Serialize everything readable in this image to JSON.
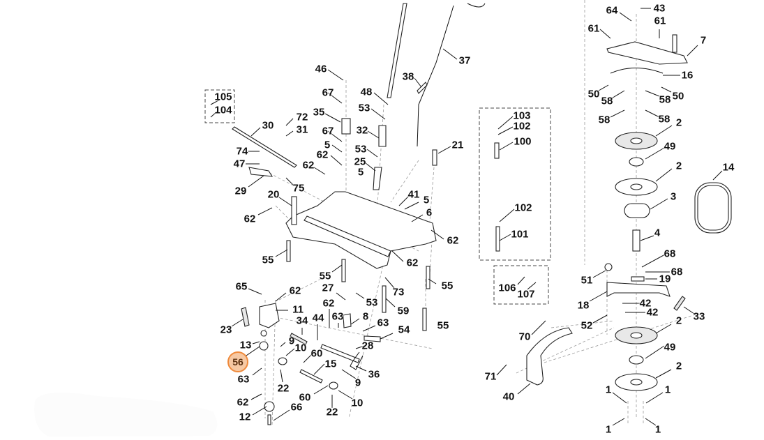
{
  "diagram": {
    "title": "Exploded parts diagram",
    "highlight_color": "#ef8a3c",
    "highlighted_part": "56",
    "callouts": [
      {
        "id": "c46",
        "text": "46"
      },
      {
        "id": "c67a",
        "text": "67"
      },
      {
        "id": "c35",
        "text": "35"
      },
      {
        "id": "c67b",
        "text": "67"
      },
      {
        "id": "c5a",
        "text": "5"
      },
      {
        "id": "c62a",
        "text": "62"
      },
      {
        "id": "c62b",
        "text": "62"
      },
      {
        "id": "c48",
        "text": "48"
      },
      {
        "id": "c53a",
        "text": "53"
      },
      {
        "id": "c32",
        "text": "32"
      },
      {
        "id": "c53b",
        "text": "53"
      },
      {
        "id": "c25",
        "text": "25"
      },
      {
        "id": "c5b",
        "text": "5"
      },
      {
        "id": "c38",
        "text": "38"
      },
      {
        "id": "c37",
        "text": "37"
      },
      {
        "id": "c21",
        "text": "21"
      },
      {
        "id": "c41",
        "text": "41"
      },
      {
        "id": "c5c",
        "text": "5"
      },
      {
        "id": "c6",
        "text": "6"
      },
      {
        "id": "c62c",
        "text": "62"
      },
      {
        "id": "c62d",
        "text": "62"
      },
      {
        "id": "c105",
        "text": "105"
      },
      {
        "id": "c104",
        "text": "104"
      },
      {
        "id": "c30",
        "text": "30"
      },
      {
        "id": "c72",
        "text": "72"
      },
      {
        "id": "c31",
        "text": "31"
      },
      {
        "id": "c74",
        "text": "74"
      },
      {
        "id": "c47",
        "text": "47"
      },
      {
        "id": "c29",
        "text": "29"
      },
      {
        "id": "c75",
        "text": "75"
      },
      {
        "id": "c20",
        "text": "20"
      },
      {
        "id": "c62e",
        "text": "62"
      },
      {
        "id": "c55a",
        "text": "55"
      },
      {
        "id": "c55b",
        "text": "55"
      },
      {
        "id": "c55c",
        "text": "55"
      },
      {
        "id": "c55d",
        "text": "55"
      },
      {
        "id": "c73",
        "text": "73"
      },
      {
        "id": "c53c",
        "text": "53"
      },
      {
        "id": "c59",
        "text": "59"
      },
      {
        "id": "c27",
        "text": "27"
      },
      {
        "id": "c65",
        "text": "65"
      },
      {
        "id": "c62f",
        "text": "62"
      },
      {
        "id": "c11",
        "text": "11"
      },
      {
        "id": "c23",
        "text": "23"
      },
      {
        "id": "c34",
        "text": "34"
      },
      {
        "id": "c44",
        "text": "44"
      },
      {
        "id": "c62g",
        "text": "62"
      },
      {
        "id": "c63a",
        "text": "63"
      },
      {
        "id": "c8",
        "text": "8"
      },
      {
        "id": "c63b",
        "text": "63"
      },
      {
        "id": "c54",
        "text": "54"
      },
      {
        "id": "c28",
        "text": "28"
      },
      {
        "id": "c13",
        "text": "13"
      },
      {
        "id": "c56",
        "text": "56"
      },
      {
        "id": "c63c",
        "text": "63"
      },
      {
        "id": "c9a",
        "text": "9"
      },
      {
        "id": "c10a",
        "text": "10"
      },
      {
        "id": "c60a",
        "text": "60"
      },
      {
        "id": "c22a",
        "text": "22"
      },
      {
        "id": "c15",
        "text": "15"
      },
      {
        "id": "c36",
        "text": "36"
      },
      {
        "id": "c9b",
        "text": "9"
      },
      {
        "id": "c60b",
        "text": "60"
      },
      {
        "id": "c10b",
        "text": "10"
      },
      {
        "id": "c22b",
        "text": "22"
      },
      {
        "id": "c62h",
        "text": "62"
      },
      {
        "id": "c12",
        "text": "12"
      },
      {
        "id": "c66",
        "text": "66"
      },
      {
        "id": "c103",
        "text": "103"
      },
      {
        "id": "c102a",
        "text": "102"
      },
      {
        "id": "c100",
        "text": "100"
      },
      {
        "id": "c102b",
        "text": "102"
      },
      {
        "id": "c101",
        "text": "101"
      },
      {
        "id": "c106",
        "text": "106"
      },
      {
        "id": "c107",
        "text": "107"
      },
      {
        "id": "c70",
        "text": "70"
      },
      {
        "id": "c71",
        "text": "71"
      },
      {
        "id": "c40",
        "text": "40"
      },
      {
        "id": "c64",
        "text": "64"
      },
      {
        "id": "c43",
        "text": "43"
      },
      {
        "id": "c61a",
        "text": "61"
      },
      {
        "id": "c61b",
        "text": "61"
      },
      {
        "id": "c7",
        "text": "7"
      },
      {
        "id": "c16",
        "text": "16"
      },
      {
        "id": "c50a",
        "text": "50"
      },
      {
        "id": "c50b",
        "text": "50"
      },
      {
        "id": "c58a",
        "text": "58"
      },
      {
        "id": "c58b",
        "text": "58"
      },
      {
        "id": "c58c",
        "text": "58"
      },
      {
        "id": "c58d",
        "text": "58"
      },
      {
        "id": "c2a",
        "text": "2"
      },
      {
        "id": "c49a",
        "text": "49"
      },
      {
        "id": "c2b",
        "text": "2"
      },
      {
        "id": "c3",
        "text": "3"
      },
      {
        "id": "c14",
        "text": "14"
      },
      {
        "id": "c4",
        "text": "4"
      },
      {
        "id": "c68a",
        "text": "68"
      },
      {
        "id": "c68b",
        "text": "68"
      },
      {
        "id": "c51",
        "text": "51"
      },
      {
        "id": "c19",
        "text": "19"
      },
      {
        "id": "c18",
        "text": "18"
      },
      {
        "id": "c42a",
        "text": "42"
      },
      {
        "id": "c42b",
        "text": "42"
      },
      {
        "id": "c33",
        "text": "33"
      },
      {
        "id": "c52",
        "text": "52"
      },
      {
        "id": "c2c",
        "text": "2"
      },
      {
        "id": "c49b",
        "text": "49"
      },
      {
        "id": "c2d",
        "text": "2"
      },
      {
        "id": "c1a",
        "text": "1"
      },
      {
        "id": "c1b",
        "text": "1"
      },
      {
        "id": "c1c",
        "text": "1"
      },
      {
        "id": "c1d",
        "text": "1"
      }
    ]
  }
}
